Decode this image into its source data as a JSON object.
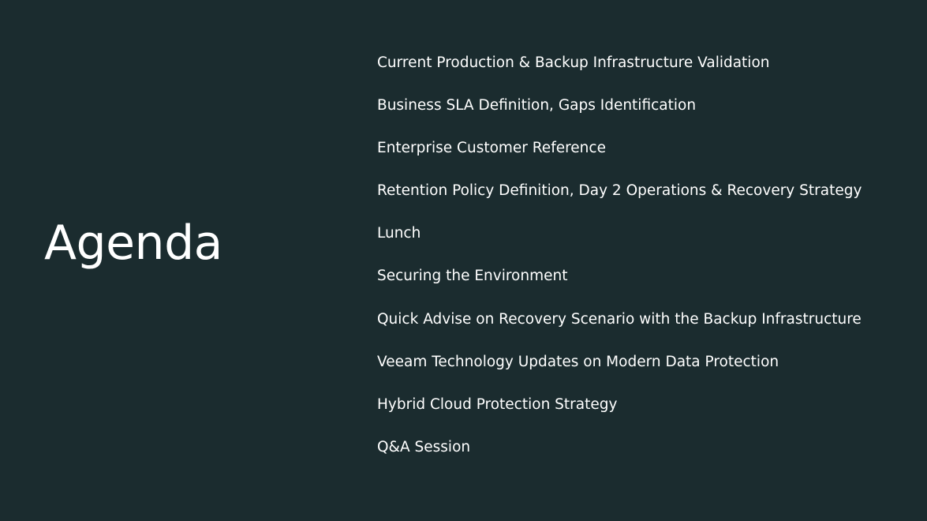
{
  "slide": {
    "title": "Agenda",
    "items": [
      "Current Production & Backup Infrastructure Validation",
      "Business SLA Definition, Gaps Identification",
      "Enterprise Customer Reference",
      "Retention Policy Definition, Day 2 Operations & Recovery Strategy",
      "Lunch",
      "Securing the Environment",
      "Quick Advise on Recovery Scenario with the Backup Infrastructure",
      "Veeam Technology Updates on Modern Data Protection",
      "Hybrid Cloud Protection Strategy",
      "Q&A Session"
    ]
  },
  "colors": {
    "background": "#1b2c2f",
    "text": "#ffffff"
  }
}
